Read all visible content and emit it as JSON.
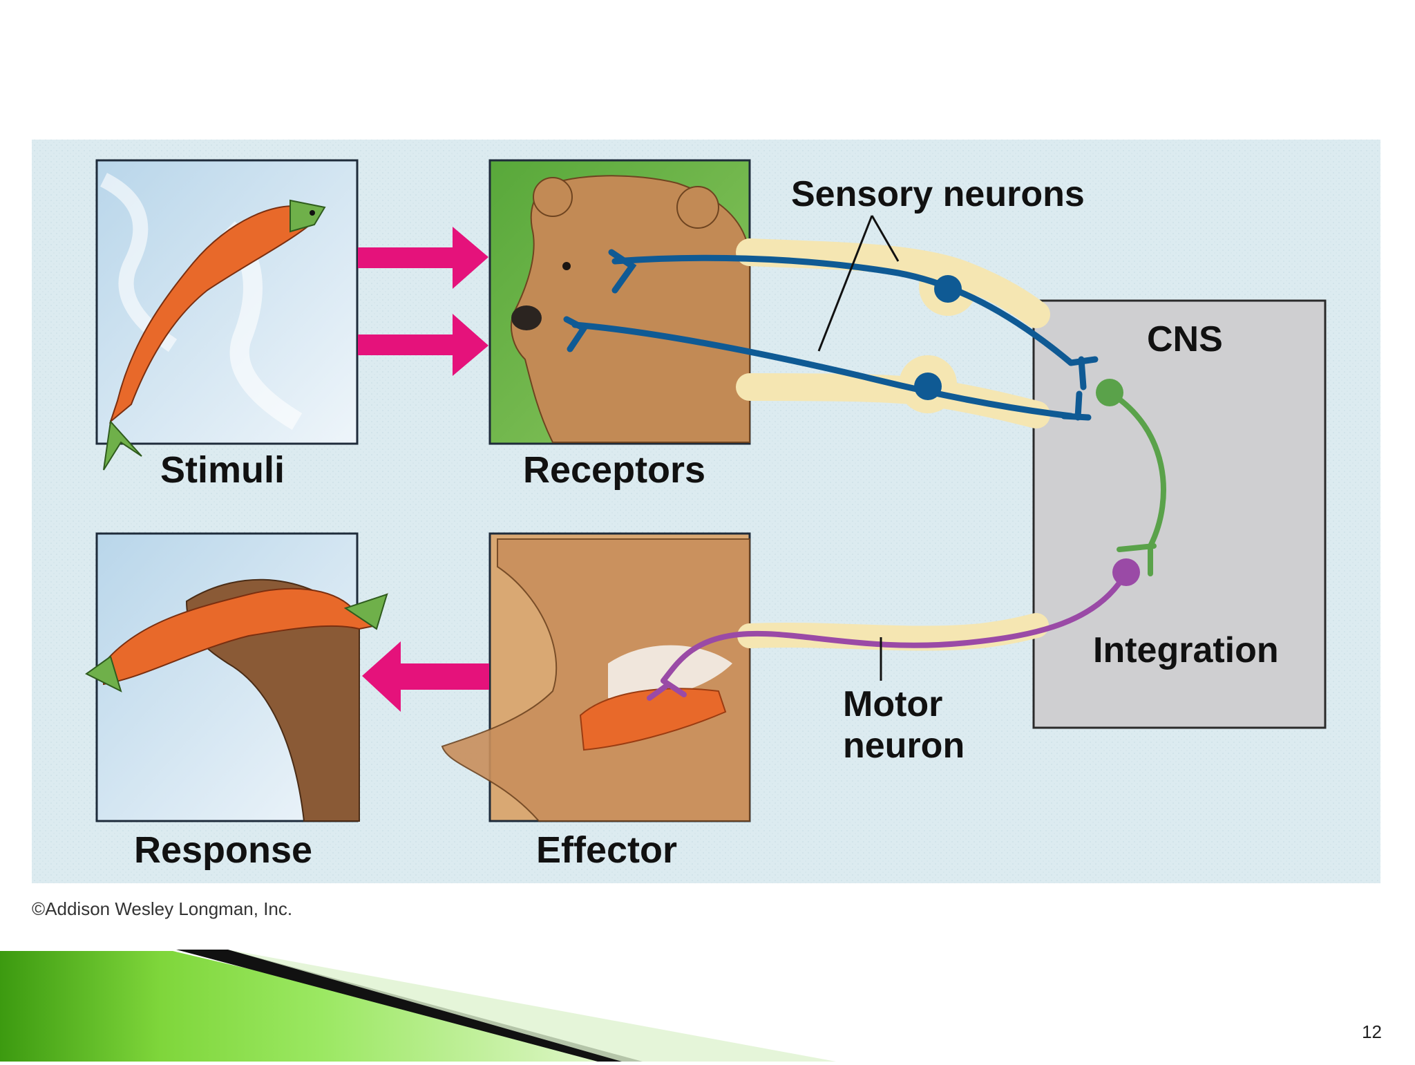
{
  "diagram": {
    "labels": {
      "stimuli": "Stimuli",
      "receptors": "Receptors",
      "response": "Response",
      "effector": "Effector",
      "sensory_neurons": "Sensory neurons",
      "cns": "CNS",
      "integration": "Integration",
      "motor_neuron_line1": "Motor",
      "motor_neuron_line2": "neuron"
    },
    "colors": {
      "arrow": "#e5127b",
      "sensory_neuron": "#0f5a94",
      "interneuron": "#5aa24a",
      "motor_neuron": "#9a4aa6",
      "nerve": "#f5e6b2",
      "cns_box": "#cfcfd1",
      "background": "#dcebf0"
    },
    "icons": [
      "salmon-leaping-icon",
      "bear-head-icon",
      "bear-catching-salmon-icon",
      "bear-arm-muscle-icon"
    ]
  },
  "footer": {
    "copyright": "©Addison Wesley Longman, Inc.",
    "page_number": "12"
  }
}
